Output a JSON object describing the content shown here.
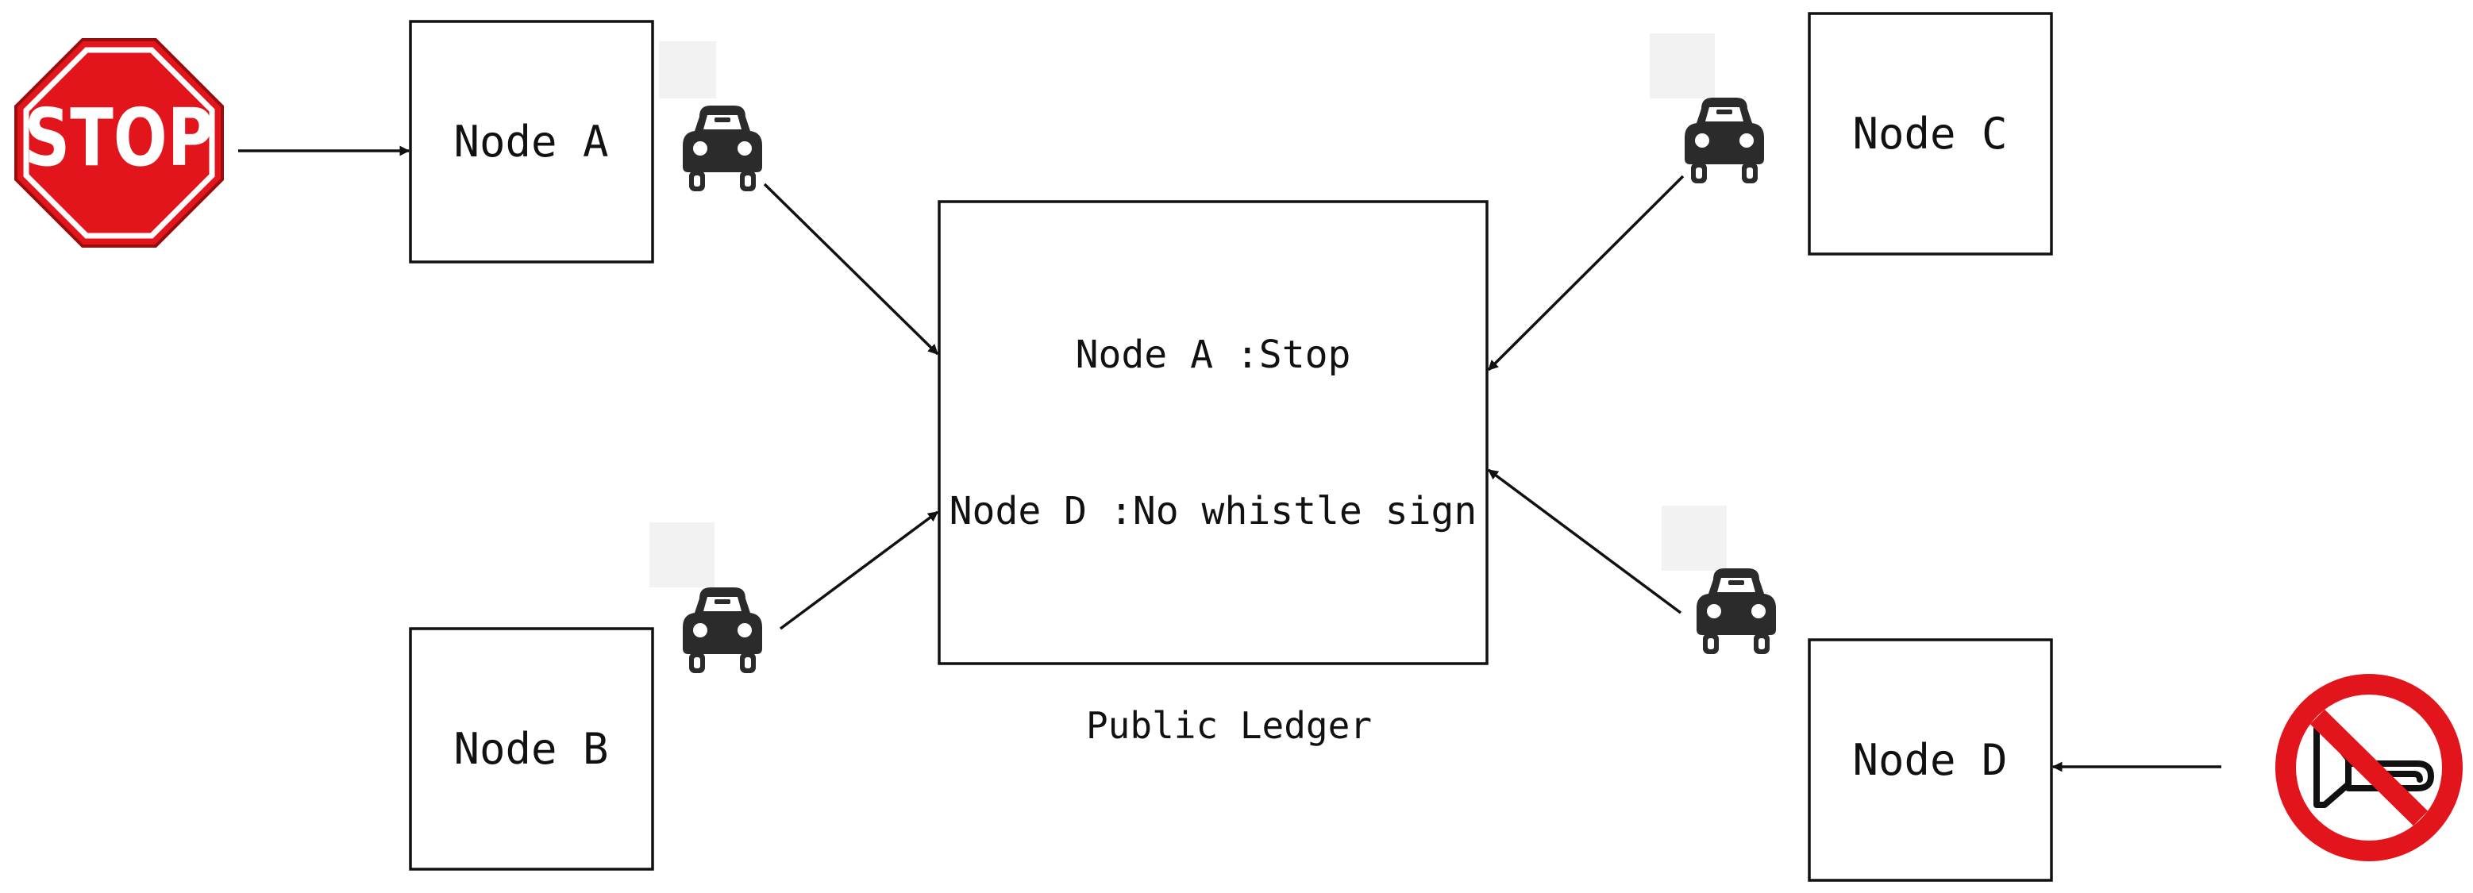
{
  "nodes": {
    "a": "Node A",
    "b": "Node B",
    "c": "Node C",
    "d": "Node D"
  },
  "ledger": {
    "line1": "Node A :Stop",
    "line2": "Node D :No whistle sign",
    "caption": "Public Ledger"
  },
  "signs": {
    "stop": {
      "text": "STOP",
      "icon": "stop-sign-icon",
      "color": "#e3151c"
    },
    "no_whistle": {
      "icon": "no-horn-sign-icon",
      "color": "#e3151c"
    }
  },
  "icons": {
    "vehicle": "car-icon"
  }
}
